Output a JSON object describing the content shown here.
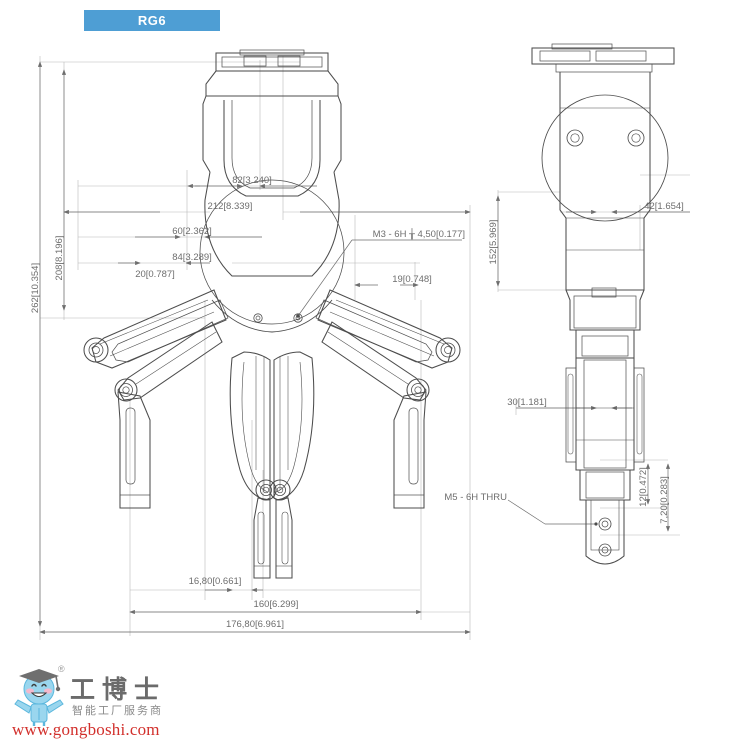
{
  "document": {
    "title_badge": "RG6",
    "sheet_background": "#ffffff",
    "badge_color": "#4e9ed4",
    "line_color": "#4d4d4d",
    "dim_color": "#6e6e6e"
  },
  "views": {
    "front": {
      "name": "front-view",
      "label": "RG6 gripper front view"
    },
    "side": {
      "name": "side-view",
      "label": "RG6 gripper side view"
    }
  },
  "dimensions": {
    "front": {
      "vertical_outer": "262[10.354]",
      "vertical_inner": "208[8.196]",
      "top_1": "82[3.240]",
      "top_2": "212[8.339]",
      "top_3": "60[2.362]",
      "top_4": "84[3.289]",
      "left_small": "20[0.787]",
      "right_small": "19[0.748]",
      "bottom_1": "16,80[0.661]",
      "bottom_2": "160[6.299]",
      "bottom_3": "176,80[6.961]"
    },
    "side": {
      "vertical_main": "152[5.969]",
      "width_top": "42[1.654]",
      "width_mid": "30[1.181]",
      "vertical_small_1": "12[0.472]",
      "vertical_small_2": "7,20[0.283]"
    }
  },
  "callouts": {
    "thread_m3": "M3 - 6H ╁ 4,50[0.177]",
    "thread_m5": "M5 - 6H THRU"
  },
  "watermark": {
    "brand_cn": "工博士",
    "tagline_cn": "智能工厂服务商",
    "url": "www.gongboshi.com",
    "registered_mark": "®",
    "logo_color": "#7fc8e8",
    "url_color": "#d2302c"
  }
}
